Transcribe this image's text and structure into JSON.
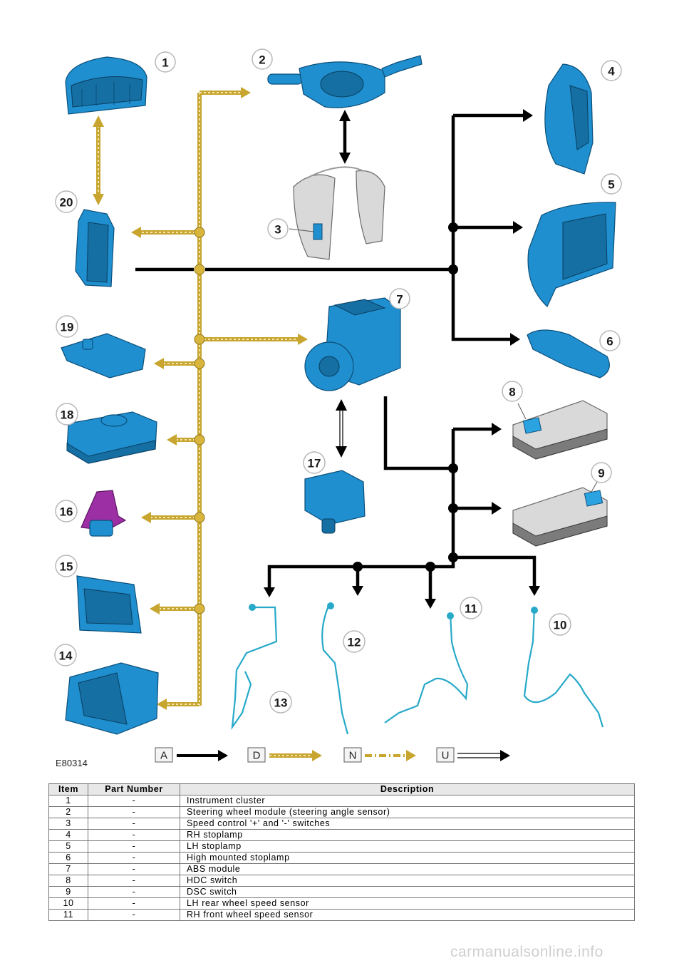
{
  "figure": {
    "id": "E80314",
    "callouts": [
      "1",
      "2",
      "3",
      "4",
      "5",
      "6",
      "7",
      "8",
      "9",
      "10",
      "11",
      "12",
      "13",
      "14",
      "15",
      "16",
      "17",
      "18",
      "19",
      "20"
    ],
    "legend": [
      "A",
      "D",
      "N",
      "U"
    ]
  },
  "table": {
    "headers": {
      "item": "Item",
      "part_number": "Part Number",
      "description": "Description"
    },
    "rows": [
      {
        "item": "1",
        "part_number": "-",
        "description": "Instrument cluster"
      },
      {
        "item": "2",
        "part_number": "-",
        "description": "Steering wheel module (steering angle sensor)"
      },
      {
        "item": "3",
        "part_number": "-",
        "description": "Speed control '+' and '-' switches"
      },
      {
        "item": "4",
        "part_number": "-",
        "description": "RH stoplamp"
      },
      {
        "item": "5",
        "part_number": "-",
        "description": "LH stoplamp"
      },
      {
        "item": "6",
        "part_number": "-",
        "description": "High mounted stoplamp"
      },
      {
        "item": "7",
        "part_number": "-",
        "description": "ABS module"
      },
      {
        "item": "8",
        "part_number": "-",
        "description": "HDC switch"
      },
      {
        "item": "9",
        "part_number": "-",
        "description": "DSC switch"
      },
      {
        "item": "10",
        "part_number": "-",
        "description": "LH rear wheel speed sensor"
      },
      {
        "item": "11",
        "part_number": "-",
        "description": "RH front wheel speed sensor"
      }
    ]
  },
  "watermark": "carmanualsonline.info",
  "colors": {
    "component_blue": "#1f8fcf",
    "bus_gold": "#c7a52e",
    "bus_black": "#000000",
    "purple_part": "#9c2fa4"
  }
}
